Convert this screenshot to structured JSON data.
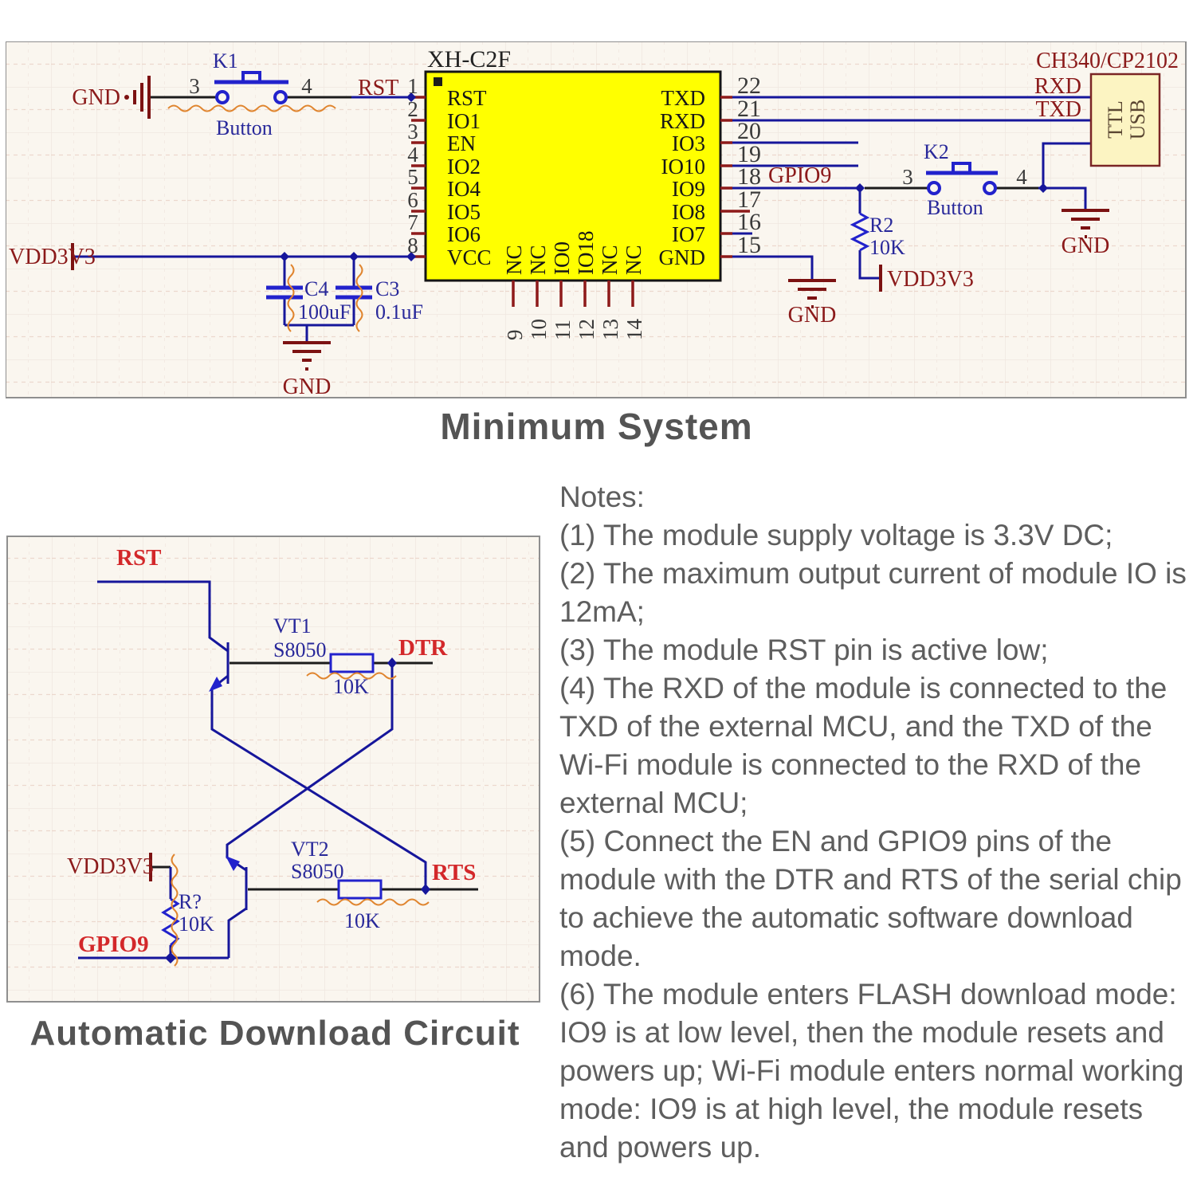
{
  "minimum_system": {
    "title": "Minimum System",
    "module": {
      "name": "XH-C2F",
      "left_pins": [
        {
          "num": "1",
          "label": "RST"
        },
        {
          "num": "2",
          "label": "IO1"
        },
        {
          "num": "3",
          "label": "EN"
        },
        {
          "num": "4",
          "label": "IO2"
        },
        {
          "num": "5",
          "label": "IO4"
        },
        {
          "num": "6",
          "label": "IO5"
        },
        {
          "num": "7",
          "label": "IO6"
        },
        {
          "num": "8",
          "label": "VCC"
        }
      ],
      "right_pins": [
        {
          "num": "22",
          "label": "TXD"
        },
        {
          "num": "21",
          "label": "RXD"
        },
        {
          "num": "20",
          "label": "IO3"
        },
        {
          "num": "19",
          "label": "IO10"
        },
        {
          "num": "18",
          "label": "IO9"
        },
        {
          "num": "17",
          "label": "IO8"
        },
        {
          "num": "16",
          "label": "IO7"
        },
        {
          "num": "15",
          "label": "GND"
        }
      ],
      "bottom_pins": [
        {
          "num": "9",
          "label": "NC"
        },
        {
          "num": "10",
          "label": "NC"
        },
        {
          "num": "11",
          "label": "IO0"
        },
        {
          "num": "12",
          "label": "IO18"
        },
        {
          "num": "13",
          "label": "NC"
        },
        {
          "num": "14",
          "label": "NC"
        }
      ]
    },
    "k1": {
      "ref": "K1",
      "pin_a": "3",
      "pin_b": "4",
      "label": "Button"
    },
    "k2": {
      "ref": "K2",
      "pin_a": "3",
      "pin_b": "4",
      "label": "Button"
    },
    "c4": {
      "ref": "C4",
      "value": "100uF"
    },
    "c3": {
      "ref": "C3",
      "value": "0.1uF"
    },
    "r2": {
      "ref": "R2",
      "value": "10K"
    },
    "usb_chip": {
      "title": "CH340/CP2102",
      "line1": "USB",
      "line2": "TTL"
    },
    "net_labels": {
      "gnd": "GND",
      "rst": "RST",
      "vdd": "VDD3V3",
      "gpio9": "GPIO9",
      "rxd": "RXD",
      "txd": "TXD"
    }
  },
  "download_circuit": {
    "title": "Automatic Download Circuit",
    "vt1": {
      "ref": "VT1",
      "part": "S8050",
      "res": "10K"
    },
    "vt2": {
      "ref": "VT2",
      "part": "S8050",
      "res": "10K"
    },
    "rq": {
      "ref": "R?",
      "value": "10K"
    },
    "net_labels": {
      "rst": "RST",
      "dtr": "DTR",
      "rts": "RTS",
      "vdd": "VDD3V3",
      "gpio9": "GPIO9"
    }
  },
  "notes": {
    "heading": "Notes:",
    "items": [
      "(1) The module supply voltage is 3.3V DC;",
      "(2) The maximum output current of module IO is 12mA;",
      "(3) The module RST pin is active low;",
      "(4) The RXD of the module is connected to the TXD of the external MCU, and the TXD of the Wi-Fi module is connected to the RXD of the external MCU;",
      "(5) Connect the EN and GPIO9 pins of the module with the DTR and RTS of the serial chip to achieve the automatic software download mode.",
      "(6) The module enters FLASH download mode: IO9 is at low level, then the module resets and powers up; Wi-Fi module enters normal working mode: IO9 is at high level, the module resets and powers up."
    ]
  },
  "colors": {
    "wire": "#16169b",
    "blackwire": "#1c1c1c",
    "stub": "#8e1a1a",
    "component": "#2222cc",
    "comptext": "#28289a",
    "net": "#8b1a1a",
    "gnd": "#7c1212",
    "brightred": "#d3282a",
    "wavy": "#e0852f",
    "modulefill": "#ffff00",
    "usbfill": "#fcf4c2",
    "titlegray": "#545454",
    "notesgray": "#5e5e5e",
    "boxbg": "#faf6ef"
  }
}
